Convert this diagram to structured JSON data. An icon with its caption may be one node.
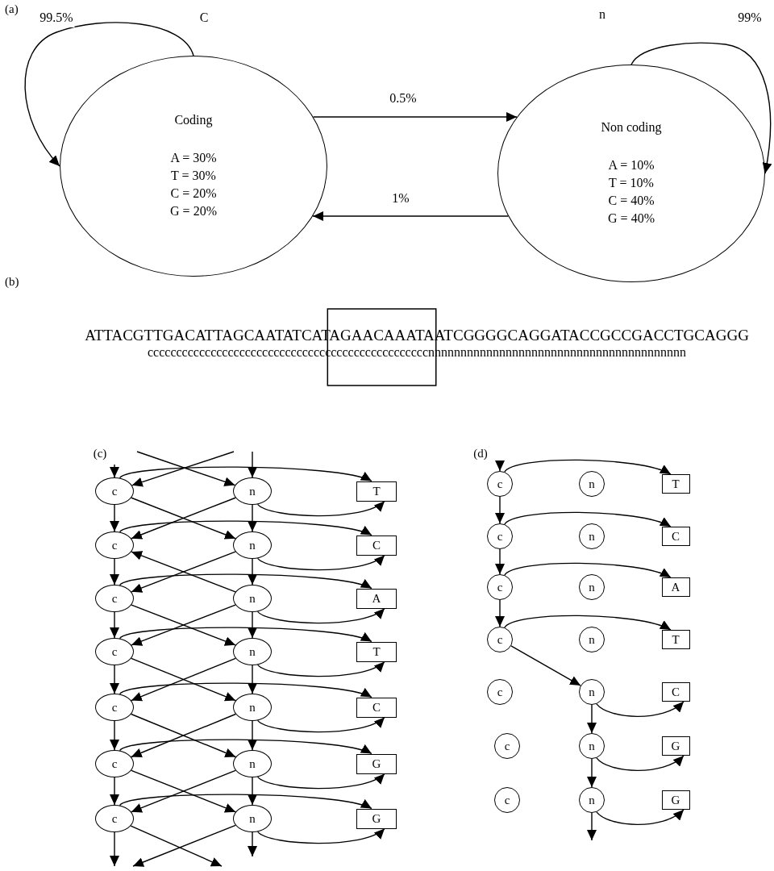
{
  "diagram": {
    "nodes": [
      {
        "text": [
          "Coding",
          "A = 30% T = 30% C = 20% G = 20%"
        ],
        "beside": [
          "C"
        ]
      },
      {
        "text": [
          "Non coding",
          "A = 10% T = 10% C = 40% G = 40%"
        ],
        "beside": [
          "n"
        ]
      },
      {
        "text": [
          "c"
        ]
      },
      {
        "text": [
          "n"
        ]
      },
      {
        "text": [
          "T"
        ]
      },
      {
        "text": [
          "c"
        ]
      },
      {
        "text": [
          "n"
        ]
      },
      {
        "text": [
          "C"
        ]
      },
      {
        "text": [
          "c"
        ]
      },
      {
        "text": [
          "n"
        ]
      },
      {
        "text": [
          "A"
        ]
      },
      {
        "text": [
          "c"
        ]
      },
      {
        "text": [
          "n"
        ]
      },
      {
        "text": [
          "T"
        ]
      },
      {
        "text": [
          "c"
        ]
      },
      {
        "text": [
          "n"
        ]
      },
      {
        "text": [
          "C"
        ]
      },
      {
        "text": [
          "c"
        ]
      },
      {
        "text": [
          "n"
        ]
      },
      {
        "text": [
          "G"
        ]
      },
      {
        "text": [
          "c"
        ]
      },
      {
        "text": [
          "n"
        ]
      },
      {
        "text": [
          "G"
        ]
      },
      {
        "text": [
          "c"
        ]
      },
      {
        "text": [
          "n"
        ]
      },
      {
        "text": [
          "T"
        ]
      },
      {
        "text": [
          "c"
        ]
      },
      {
        "text": [
          "n"
        ]
      },
      {
        "text": [
          "C"
        ]
      },
      {
        "text": [
          "c"
        ]
      },
      {
        "text": [
          "n"
        ]
      },
      {
        "text": [
          "A"
        ]
      },
      {
        "text": [
          "c"
        ]
      },
      {
        "text": [
          "n"
        ]
      },
      {
        "text": [
          "T"
        ]
      },
      {
        "text": [
          "c"
        ]
      },
      {
        "text": [
          "n"
        ]
      },
      {
        "text": [
          "C"
        ]
      },
      {
        "text": [
          "c"
        ]
      },
      {
        "text": [
          "n"
        ]
      },
      {
        "text": [
          "G"
        ]
      },
      {
        "text": [
          "c"
        ]
      },
      {
        "text": [
          "n"
        ]
      },
      {
        "text": [
          "G"
        ]
      }
    ],
    "edges": [
      {
        "from": 0,
        "to": 0,
        "arrow": "to",
        "label": "99.5%"
      },
      {
        "from": 0,
        "to": 1,
        "arrow": "to",
        "label": "0.5%"
      },
      {
        "from": 1,
        "to": 0,
        "arrow": "to",
        "label": "1%"
      },
      {
        "from": 1,
        "to": 1,
        "arrow": "to",
        "label": "99%"
      },
      {
        "from": null,
        "to": 2,
        "arrow": "to"
      },
      {
        "from": null,
        "to": 3,
        "arrow": "to"
      },
      {
        "from": null,
        "to": 2,
        "arrow": "to"
      },
      {
        "from": null,
        "to": 3,
        "arrow": "to"
      },
      {
        "from": 2,
        "to": 4,
        "arrow": "to"
      },
      {
        "from": 3,
        "to": 4,
        "arrow": "to"
      },
      {
        "from": 2,
        "to": 5,
        "arrow": "to"
      },
      {
        "from": 2,
        "to": 6,
        "arrow": "to"
      },
      {
        "from": 3,
        "to": 5,
        "arrow": "to"
      },
      {
        "from": 3,
        "to": 6,
        "arrow": "to"
      },
      {
        "from": 5,
        "to": 7,
        "arrow": "to"
      },
      {
        "from": 6,
        "to": 7,
        "arrow": "to"
      },
      {
        "from": 5,
        "to": 8,
        "arrow": "to"
      },
      {
        "from": 9,
        "to": 5,
        "arrow": "to"
      },
      {
        "from": 6,
        "to": 8,
        "arrow": "to"
      },
      {
        "from": 6,
        "to": 9,
        "arrow": "to"
      },
      {
        "from": 8,
        "to": 10,
        "arrow": "to"
      },
      {
        "from": 9,
        "to": 10,
        "arrow": "to"
      },
      {
        "from": 8,
        "to": 11,
        "arrow": "to"
      },
      {
        "from": 8,
        "to": 12,
        "arrow": "to"
      },
      {
        "from": 9,
        "to": 11,
        "arrow": "to"
      },
      {
        "from": 9,
        "to": 12,
        "arrow": "to"
      },
      {
        "from": 11,
        "to": 13,
        "arrow": "to"
      },
      {
        "from": 12,
        "to": 13,
        "arrow": "to"
      },
      {
        "from": 11,
        "to": 14,
        "arrow": "to"
      },
      {
        "from": 11,
        "to": 15,
        "arrow": "to"
      },
      {
        "from": 12,
        "to": 14,
        "arrow": "to"
      },
      {
        "from": 12,
        "to": 15,
        "arrow": "to"
      },
      {
        "from": 14,
        "to": 16,
        "arrow": "to"
      },
      {
        "from": 15,
        "to": 16,
        "arrow": "to"
      },
      {
        "from": 14,
        "to": 17,
        "arrow": "to"
      },
      {
        "from": 14,
        "to": 18,
        "arrow": "to"
      },
      {
        "from": 15,
        "to": 17,
        "arrow": "to"
      },
      {
        "from": 15,
        "to": 18,
        "arrow": "to"
      },
      {
        "from": 17,
        "to": 19,
        "arrow": "to"
      },
      {
        "from": 18,
        "to": 19,
        "arrow": "to"
      },
      {
        "from": 17,
        "to": 20,
        "arrow": "to"
      },
      {
        "from": 17,
        "to": 21,
        "arrow": "to"
      },
      {
        "from": 18,
        "to": 20,
        "arrow": "to"
      },
      {
        "from": 18,
        "to": 21,
        "arrow": "to"
      },
      {
        "from": 20,
        "to": 22,
        "arrow": "to"
      },
      {
        "from": 21,
        "to": 22,
        "arrow": "to"
      },
      {
        "from": 20,
        "to": null,
        "arrow": "to"
      },
      {
        "from": 20,
        "to": null,
        "arrow": "to"
      },
      {
        "from": 21,
        "to": null,
        "arrow": "to"
      },
      {
        "from": 21,
        "to": null,
        "arrow": "to"
      },
      {
        "from": null,
        "to": 23,
        "arrow": "to"
      },
      {
        "from": 23,
        "to": 25,
        "arrow": "to"
      },
      {
        "from": 23,
        "to": 26,
        "arrow": "to"
      },
      {
        "from": 26,
        "to": 28,
        "arrow": "to"
      },
      {
        "from": 26,
        "to": 29,
        "arrow": "to"
      },
      {
        "from": 29,
        "to": 31,
        "arrow": "to"
      },
      {
        "from": 29,
        "to": 32,
        "arrow": "to"
      },
      {
        "from": 32,
        "to": 34,
        "arrow": "to"
      },
      {
        "from": 32,
        "to": 36,
        "arrow": "to"
      },
      {
        "from": 36,
        "to": 37,
        "arrow": "to"
      },
      {
        "from": 36,
        "to": 39,
        "arrow": "to"
      },
      {
        "from": 39,
        "to": 40,
        "arrow": "to"
      },
      {
        "from": 39,
        "to": 42,
        "arrow": "to"
      },
      {
        "from": 42,
        "to": 43,
        "arrow": "to"
      },
      {
        "from": 42,
        "to": null,
        "arrow": "to"
      }
    ],
    "labels": [
      "(a)",
      "(b)",
      "ATTACGTTGACATTAGCAATATCATAGAACAAATAATCGGGGCAGGATACCGCCGACCTGCAGGG",
      "cccccccccccccccccccccccccccccccccccccccccccccccccnnnnnnnnnnnnnnnnnnnnnnnnnnnnnnnnnnnnnnnn",
      "(c)",
      "(d)"
    ]
  }
}
